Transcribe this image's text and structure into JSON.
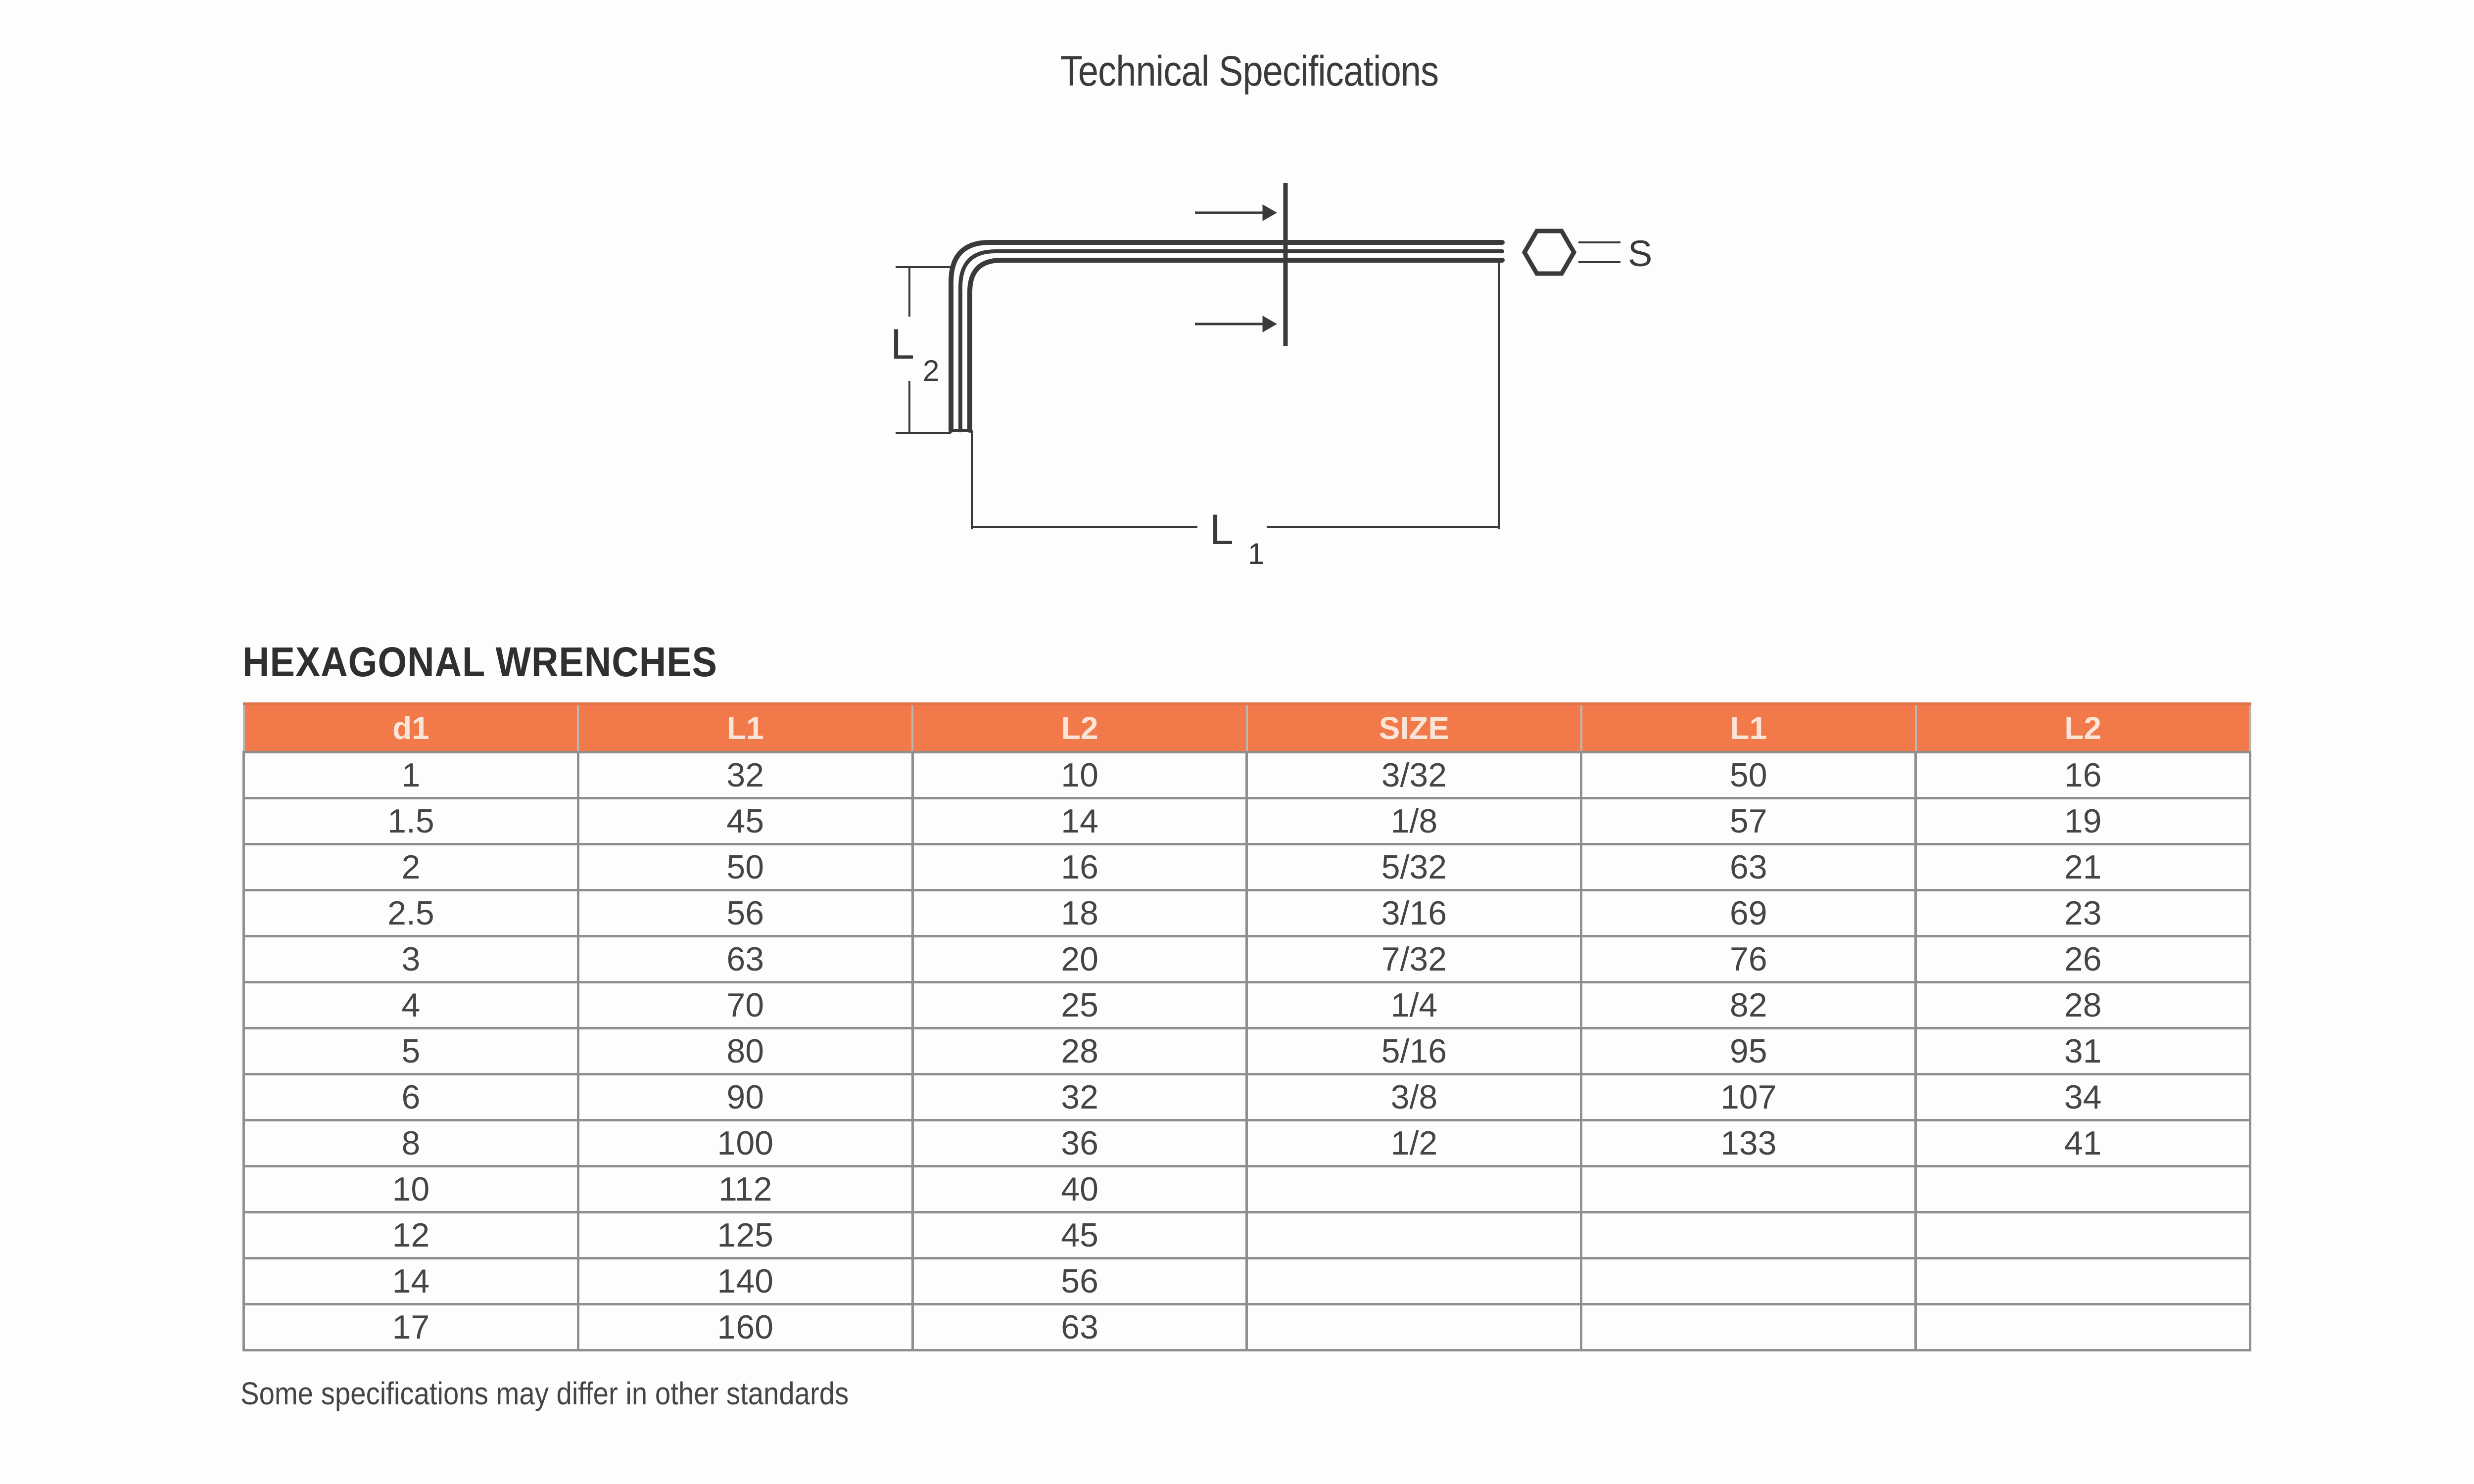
{
  "document": {
    "title": "Technical Specifications",
    "section_heading": "HEXAGONAL WRENCHES",
    "footnote": "Some specifications may differ in other standards"
  },
  "diagram": {
    "label_l2": "L",
    "label_l2_sub": "2",
    "label_l1": "L",
    "label_l1_sub": "1",
    "label_s": "S"
  },
  "table": {
    "headers": [
      "d1",
      "L1",
      "L2",
      "SIZE",
      "L1",
      "L2"
    ],
    "rows": [
      [
        "1",
        "32",
        "10",
        "3/32",
        "50",
        "16"
      ],
      [
        "1.5",
        "45",
        "14",
        "1/8",
        "57",
        "19"
      ],
      [
        "2",
        "50",
        "16",
        "5/32",
        "63",
        "21"
      ],
      [
        "2.5",
        "56",
        "18",
        "3/16",
        "69",
        "23"
      ],
      [
        "3",
        "63",
        "20",
        "7/32",
        "76",
        "26"
      ],
      [
        "4",
        "70",
        "25",
        "1/4",
        "82",
        "28"
      ],
      [
        "5",
        "80",
        "28",
        "5/16",
        "95",
        "31"
      ],
      [
        "6",
        "90",
        "32",
        "3/8",
        "107",
        "34"
      ],
      [
        "8",
        "100",
        "36",
        "1/2",
        "133",
        "41"
      ],
      [
        "10",
        "112",
        "40",
        "",
        "",
        ""
      ],
      [
        "12",
        "125",
        "45",
        "",
        "",
        ""
      ],
      [
        "14",
        "140",
        "56",
        "",
        "",
        ""
      ],
      [
        "17",
        "160",
        "63",
        "",
        "",
        ""
      ]
    ]
  },
  "colors": {
    "header_bg": "#f27a4a",
    "header_text": "#fbe4d8",
    "grid": "#8f8f8f"
  }
}
